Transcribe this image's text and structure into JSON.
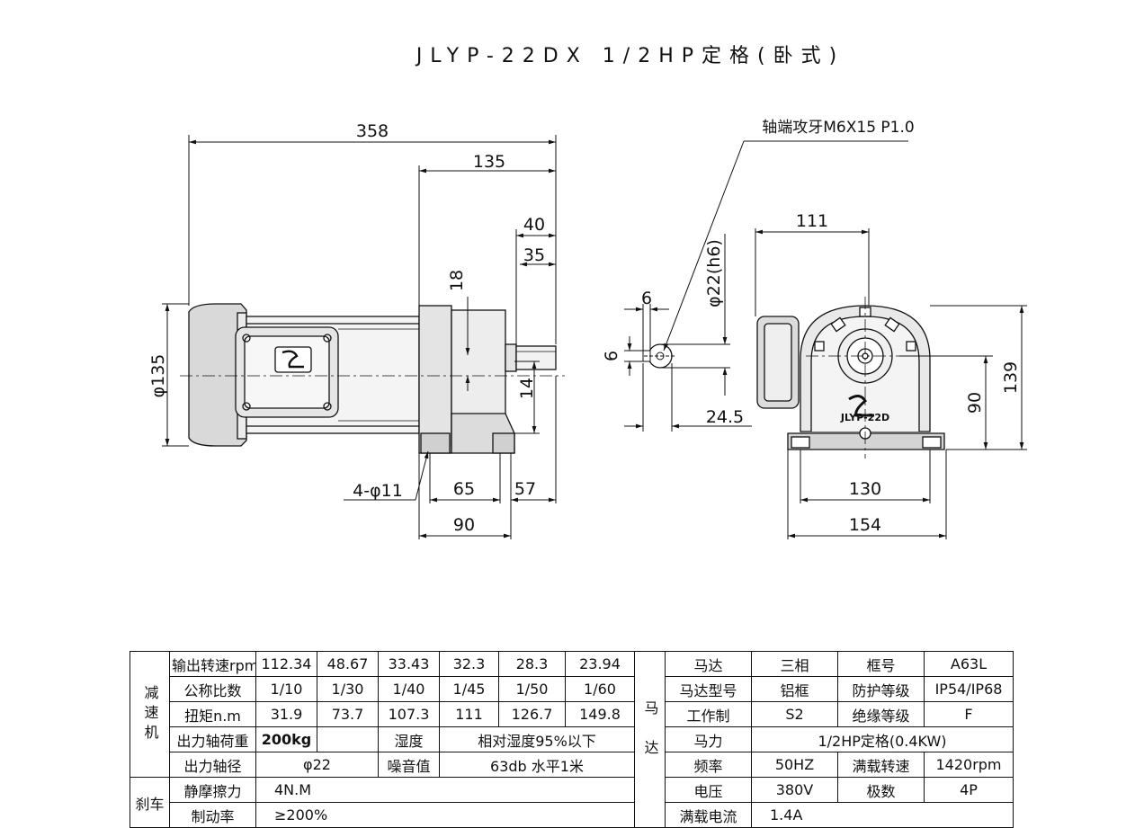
{
  "title": "JLYP-22DX  1/2HP定格(卧式)",
  "side_view": {
    "dims": {
      "overall_length": "358",
      "gear_length": "135",
      "shaft_40": "40",
      "shaft_35": "35",
      "height_18": "18",
      "dia_135": "φ135",
      "height_14": "14",
      "mount_holes": "4-φ11",
      "foot_65": "65",
      "foot_57": "57",
      "foot_90": "90"
    }
  },
  "shaft_detail": {
    "callout": "轴端攻牙M6X15 P1.0",
    "dims": {
      "key_w": "6",
      "key_h": "6",
      "shaft_dia": "φ22(h6)",
      "key_depth": "24.5"
    }
  },
  "front_view": {
    "logo_text": "JLYP-22D",
    "dims": {
      "width_111": "111",
      "height_139": "139",
      "height_90": "90",
      "foot_130": "130",
      "foot_154": "154"
    }
  },
  "reducer_table": {
    "section_label": "减速机",
    "rows": [
      {
        "label": "输出转速rpm",
        "values": [
          "112.34",
          "48.67",
          "33.43",
          "32.3",
          "28.3",
          "23.94"
        ]
      },
      {
        "label": "公称比数",
        "values": [
          "1/10",
          "1/30",
          "1/40",
          "1/45",
          "1/50",
          "1/60"
        ]
      },
      {
        "label": "扭矩n.m",
        "values": [
          "31.9",
          "73.7",
          "107.3",
          "111",
          "126.7",
          "149.8"
        ]
      }
    ],
    "load_label": "出力轴荷重",
    "load_value": "200kg",
    "humidity_label": "湿度",
    "humidity_value": "相对湿度95%以下",
    "shaft_label": "出力轴径",
    "shaft_value": "φ22",
    "noise_label": "噪音值",
    "noise_value": "63db 水平1米",
    "brake_label": "刹车",
    "brake_rows": [
      {
        "label": "静摩擦力",
        "value": "4N.M"
      },
      {
        "label": "制动率",
        "value": "≥200%"
      }
    ]
  },
  "motor_table": {
    "section_label": "马达",
    "rows": [
      {
        "k1": "马达",
        "v1": "三相",
        "k2": "框号",
        "v2": "A63L"
      },
      {
        "k1": "马达型号",
        "v1": "铝框",
        "k2": "防护等级",
        "v2": "IP54/IP68"
      },
      {
        "k1": "工作制",
        "v1": "S2",
        "k2": "绝缘等级",
        "v2": "F"
      },
      {
        "k1": "马力",
        "v1": "1/2HP定格(0.4KW)"
      },
      {
        "k1": "频率",
        "v1": "50HZ",
        "k2": "满载转速",
        "v2": "1420rpm"
      },
      {
        "k1": "电压",
        "v1": "380V",
        "k2": "极数",
        "v2": "4P"
      },
      {
        "k1": "满载电流",
        "v1": "1.4A"
      }
    ]
  }
}
